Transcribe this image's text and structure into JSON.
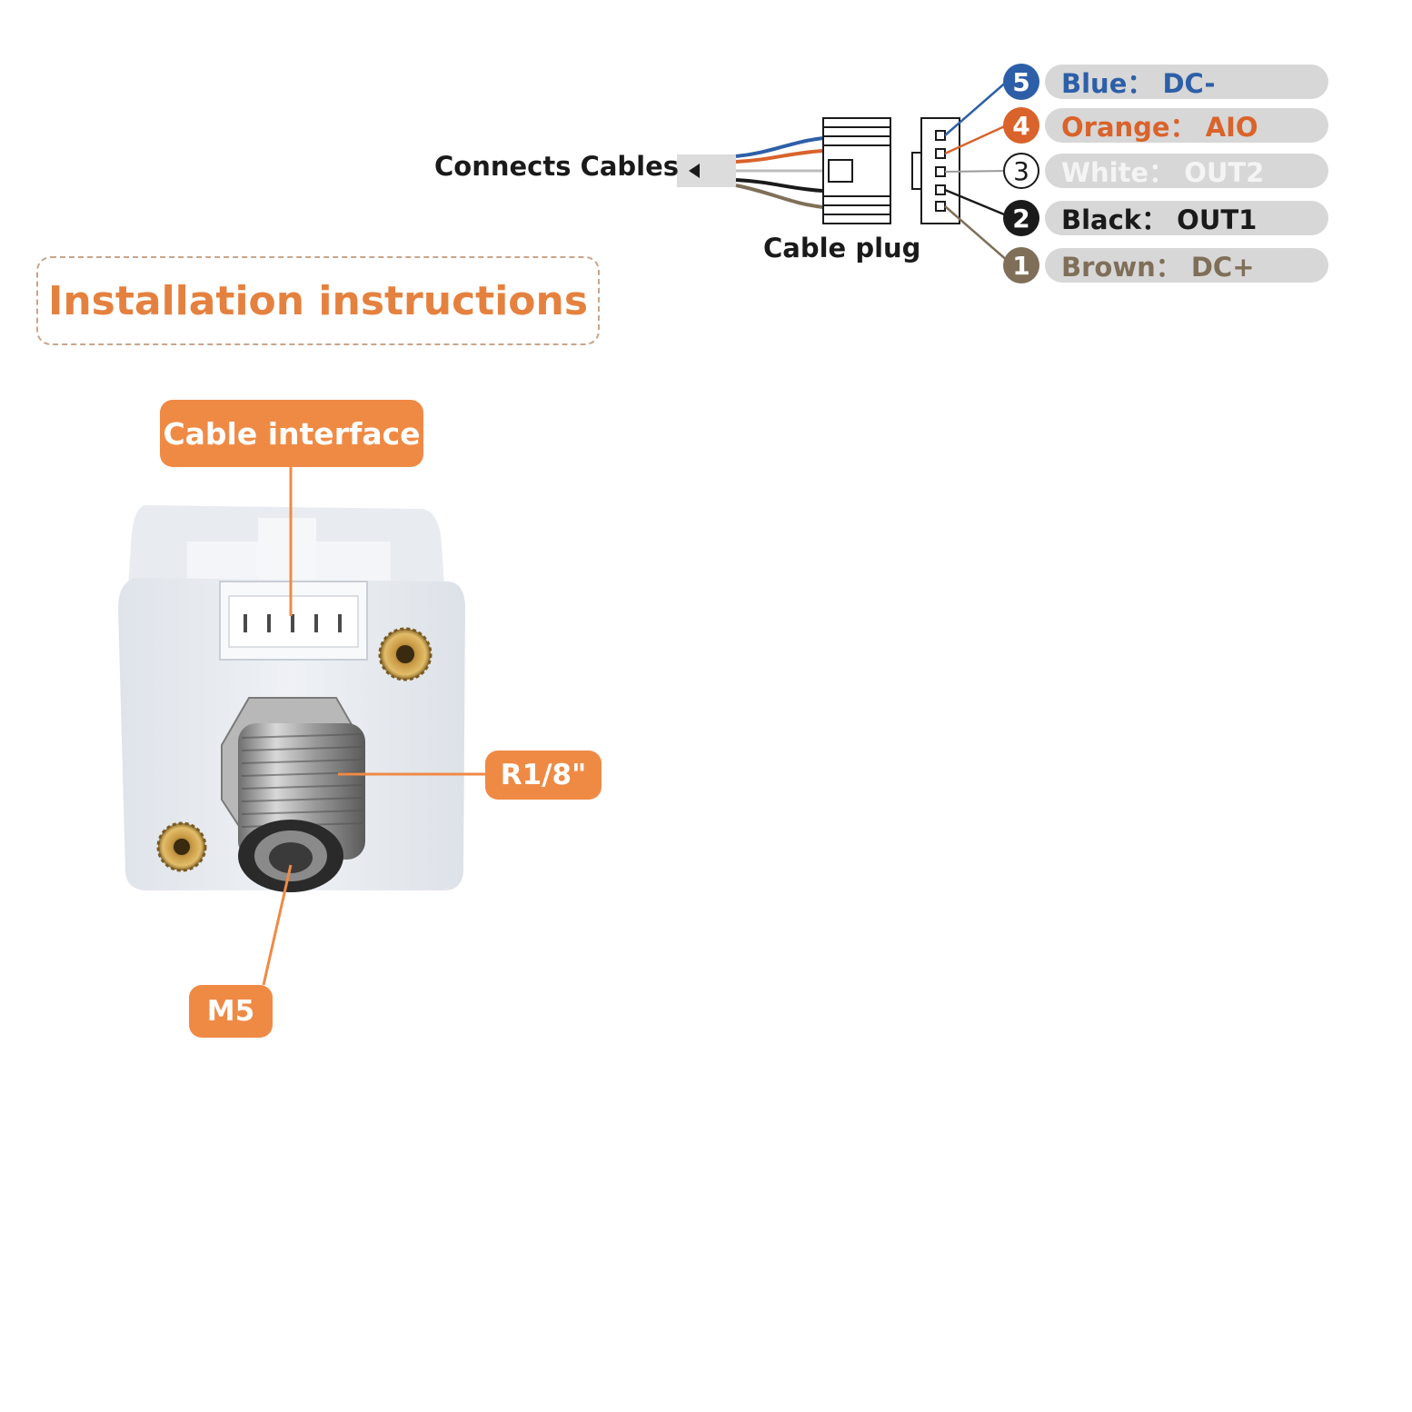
{
  "wiring": {
    "connects_cables_label": "Connects Cables",
    "cable_plug_label": "Cable plug",
    "pins": [
      {
        "number": "5",
        "text": "Blue： DC-",
        "color": "#2d5fa8",
        "text_color": "#2d5fa8"
      },
      {
        "number": "4",
        "text": "Orange： AIO",
        "color": "#d9632a",
        "text_color": "#d9632a"
      },
      {
        "number": "3",
        "text": "White： OUT2",
        "color": "#ffffff",
        "text_color": "#f4f4f4"
      },
      {
        "number": "2",
        "text": "Black： OUT1",
        "color": "#1a1a1a",
        "text_color": "#1a1a1a"
      },
      {
        "number": "1",
        "text": "Brown： DC+",
        "color": "#7f6f58",
        "text_color": "#7f6f58"
      }
    ]
  },
  "installation": {
    "title": "Installation instructions",
    "callouts": {
      "cable_interface": "Cable interface",
      "thread": "R1/8\"",
      "port": "M5"
    }
  },
  "colors": {
    "accent_orange": "#ef8a45",
    "title_orange": "#e5813f",
    "pill_gray": "#d7d7d7",
    "sensor_body": "#e3e8ee"
  }
}
